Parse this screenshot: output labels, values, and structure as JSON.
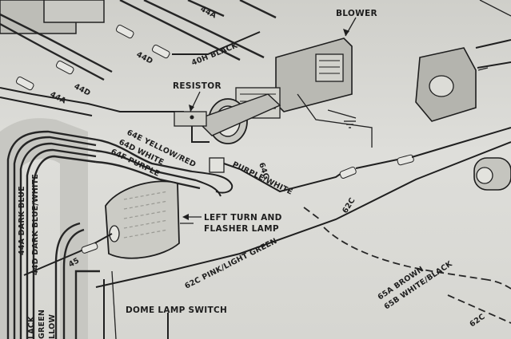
{
  "labels": {
    "blower": "BLOWER",
    "resistor": "RESISTOR",
    "left_turn_line1": "LEFT TURN AND",
    "left_turn_line2": "FLASHER LAMP",
    "dome_lamp_switch": "DOME LAMP SWITCH",
    "w_40h": "40H BLACK",
    "w_44a_top": "44A",
    "w_44d_top": "44D",
    "w_44d": "44D",
    "w_44a": "44A",
    "w_64e": "64E YELLOW/RED",
    "w_64d": "64D WHITE",
    "w_64f": "64F PURPLE",
    "w_64g": "64G",
    "w_purple_white": "PURPLE/WHITE",
    "w_62c_pink": "62C PINK/LIGHT GREEN",
    "w_62c_right": "62C",
    "w_62c_bottom": "62C",
    "w_65a": "65A BROWN",
    "w_65b": "65B WHITE/BLACK",
    "w_44a_dark_blue": "44A DARK BLUE",
    "w_44d_dark_blue_white": "44D DARK BLUE/WHITE",
    "w_45": "45",
    "w_lack": "LACK",
    "w_green": "GREEN",
    "w_llow": "LLOW"
  }
}
